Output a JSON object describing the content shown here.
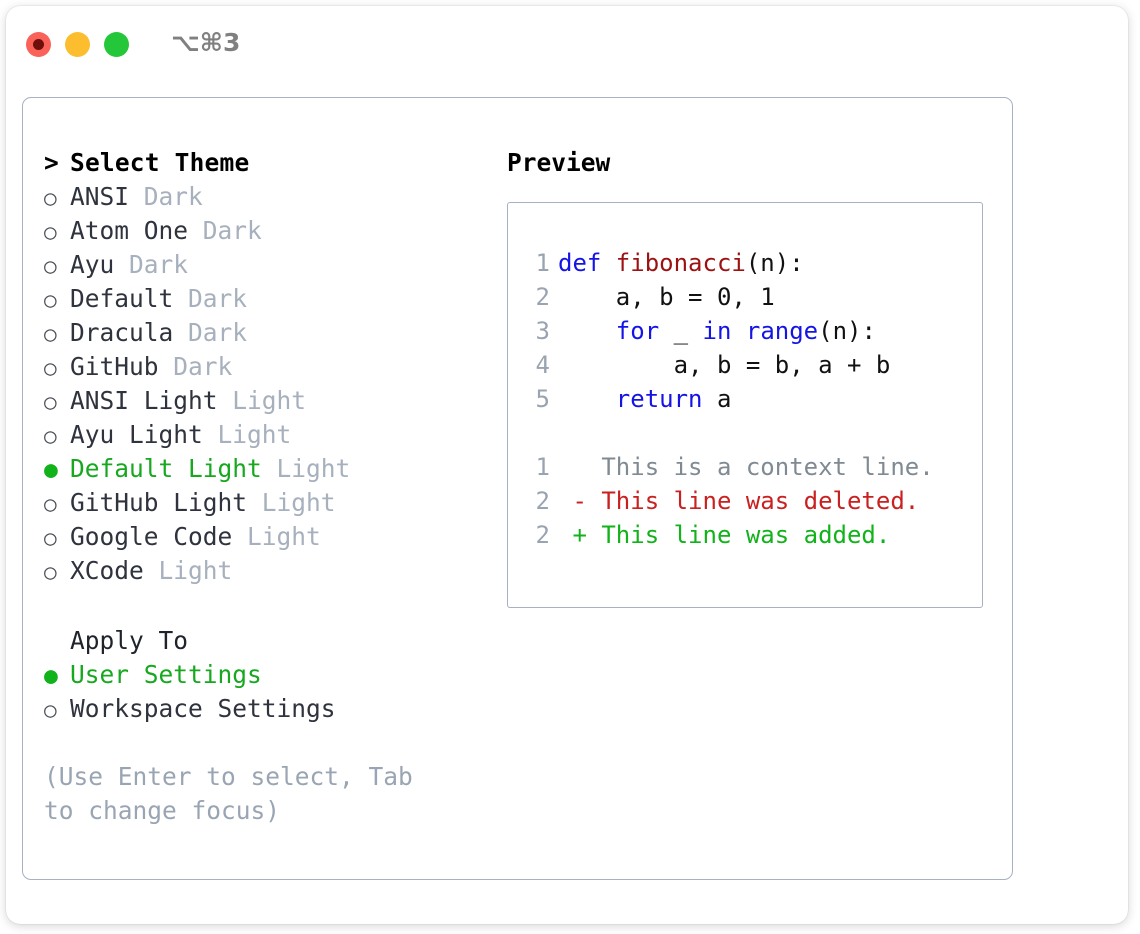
{
  "titlebar": {
    "shortcut": "⌥⌘3",
    "buttons": {
      "close": "close-button",
      "minimize": "minimize-button",
      "maximize": "maximize-button"
    }
  },
  "theme_picker": {
    "heading": "Select Theme",
    "caret": ">",
    "marker_unselected": "○",
    "marker_selected": "●",
    "items": [
      {
        "name": "ANSI",
        "category": "Dark",
        "selected": false
      },
      {
        "name": "Atom One",
        "category": "Dark",
        "selected": false
      },
      {
        "name": "Ayu",
        "category": "Dark",
        "selected": false
      },
      {
        "name": "Default",
        "category": "Dark",
        "selected": false
      },
      {
        "name": "Dracula",
        "category": "Dark",
        "selected": false
      },
      {
        "name": "GitHub",
        "category": "Dark",
        "selected": false
      },
      {
        "name": "ANSI Light",
        "category": "Light",
        "selected": false
      },
      {
        "name": "Ayu Light",
        "category": "Light",
        "selected": false
      },
      {
        "name": "Default Light",
        "category": "Light",
        "selected": true
      },
      {
        "name": "GitHub Light",
        "category": "Light",
        "selected": false
      },
      {
        "name": "Google Code",
        "category": "Light",
        "selected": false
      },
      {
        "name": "XCode",
        "category": "Light",
        "selected": false
      }
    ]
  },
  "apply_to": {
    "heading": "Apply To",
    "options": [
      {
        "name": "User Settings",
        "selected": true
      },
      {
        "name": "Workspace Settings",
        "selected": false
      }
    ]
  },
  "help": {
    "text": "(Use Enter to select, Tab to change focus)"
  },
  "preview": {
    "title": "Preview",
    "code_lines": [
      {
        "num": "1",
        "tokens": [
          {
            "t": "def ",
            "c": "kw"
          },
          {
            "t": "fibonacci",
            "c": "fn"
          },
          {
            "t": "(n):",
            "c": "plain"
          }
        ]
      },
      {
        "num": "2",
        "tokens": [
          {
            "t": "    a, b = 0, 1",
            "c": "plain"
          }
        ]
      },
      {
        "num": "3",
        "tokens": [
          {
            "t": "    ",
            "c": "plain"
          },
          {
            "t": "for",
            "c": "kw"
          },
          {
            "t": " _ ",
            "c": "plain"
          },
          {
            "t": "in",
            "c": "kw"
          },
          {
            "t": " ",
            "c": "plain"
          },
          {
            "t": "range",
            "c": "kw"
          },
          {
            "t": "(n):",
            "c": "plain"
          }
        ]
      },
      {
        "num": "4",
        "tokens": [
          {
            "t": "        a, b = b, a + b",
            "c": "plain"
          }
        ]
      },
      {
        "num": "5",
        "tokens": [
          {
            "t": "    ",
            "c": "plain"
          },
          {
            "t": "return",
            "c": "kw"
          },
          {
            "t": " a",
            "c": "plain"
          }
        ]
      }
    ],
    "diff_lines": [
      {
        "num": "1",
        "tokens": [
          {
            "t": "   This is a context line.",
            "c": "ctx"
          }
        ]
      },
      {
        "num": "2",
        "tokens": [
          {
            "t": " - This line was deleted.",
            "c": "del"
          }
        ]
      },
      {
        "num": "2",
        "tokens": [
          {
            "t": " + This line was added.",
            "c": "add"
          }
        ]
      }
    ]
  },
  "colors": {
    "selected_green": "#17a81f",
    "category_gray": "#a7b0bd",
    "help_gray": "#9aa5b3",
    "keyword_blue": "#1414e6",
    "function_red": "#9c1212",
    "diff_added": "#12b21a",
    "diff_deleted": "#c92020",
    "border": "#a7b1c2"
  }
}
